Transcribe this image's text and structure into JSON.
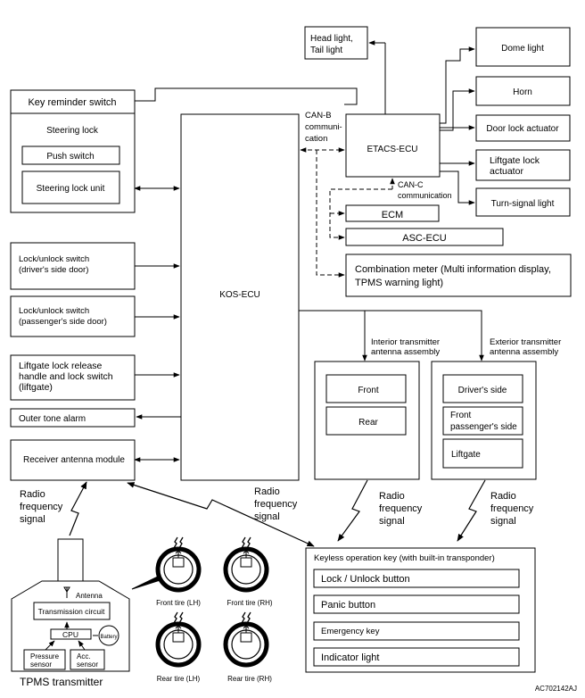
{
  "ecus": {
    "kos_ecu": "KOS-ECU",
    "etacs_ecu": "ETACS-ECU",
    "ecm": "ECM",
    "asc_ecu": "ASC-ECU",
    "combination_meter": [
      "Combination meter (Multi information display,",
      "TPMS warning light)"
    ]
  },
  "left_inputs": {
    "key_reminder_switch": "Key reminder switch",
    "steering_lock": "Steering lock",
    "push_switch": "Push switch",
    "steering_lock_unit": "Steering lock unit",
    "lock_unlock_driver": [
      "Lock/unlock switch",
      "(driver's side door)"
    ],
    "lock_unlock_passenger": [
      "Lock/unlock switch",
      "(passenger's side door)"
    ],
    "liftgate_switch": [
      "Liftgate lock release",
      "handle and lock switch",
      "(liftgate)"
    ],
    "outer_tone_alarm": "Outer tone alarm",
    "receiver_antenna_module": "Receiver antenna module"
  },
  "etacs_outputs": {
    "head_tail_light": [
      "Head light,",
      "Tail light"
    ],
    "dome_light": "Dome light",
    "horn": "Horn",
    "door_lock_actuator": "Door lock actuator",
    "liftgate_lock_actuator": [
      "Liftgate lock",
      "actuator"
    ],
    "turn_signal_light": "Turn-signal light"
  },
  "comm_labels": {
    "can_b": [
      "CAN-B",
      "communi-",
      "cation"
    ],
    "can_c": [
      "CAN-C",
      "communication"
    ]
  },
  "interior_antenna": {
    "title": [
      "Interior transmitter",
      "antenna assembly"
    ],
    "front": "Front",
    "rear": "Rear"
  },
  "exterior_antenna": {
    "title": [
      "Exterior transmitter",
      "antenna assembly"
    ],
    "drivers_side": "Driver's side",
    "front_passenger": [
      "Front",
      "passenger's side"
    ],
    "liftgate": "Liftgate"
  },
  "radio_signal_label": [
    "Radio",
    "frequency",
    "signal"
  ],
  "keyless_key": {
    "title": "Keyless operation key (with built-in transponder)",
    "lock_unlock": "Lock / Unlock button",
    "panic": "Panic button",
    "emergency_key": "Emergency key",
    "indicator_light": "Indicator light"
  },
  "tpms": {
    "label": "TPMS transmitter",
    "antenna": "Antenna",
    "transmission_circuit": "Transmission circuit",
    "cpu": "CPU",
    "battery": "Battery",
    "pressure_sensor": [
      "Pressure",
      "sensor"
    ],
    "acc_sensor": [
      "Acc.",
      "sensor"
    ]
  },
  "tires": {
    "front_lh": "Front tire (LH)",
    "front_rh": "Front tire (RH)",
    "rear_lh": "Rear tire (LH)",
    "rear_rh": "Rear tire (RH)"
  },
  "figure_id": "AC702142AJ"
}
